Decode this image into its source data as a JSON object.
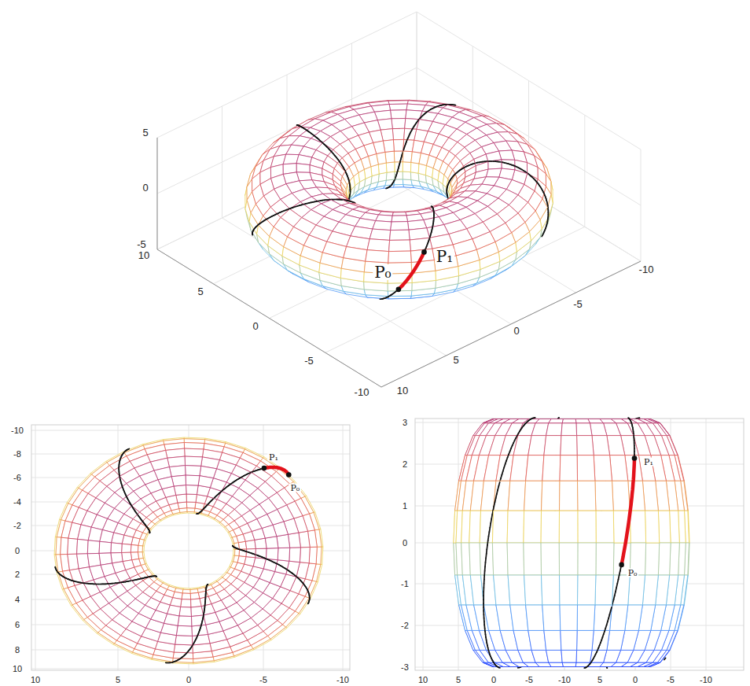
{
  "diagram": {
    "labels": [
      "5",
      "0",
      "-5",
      "10",
      "5",
      "0",
      "-5",
      "-10",
      "10",
      "5",
      "0",
      "-5",
      "-10",
      "P₀",
      "P₁",
      "-10",
      "-8",
      "-6",
      "-4",
      "-2",
      "0",
      "2",
      "4",
      "6",
      "8",
      "10",
      "10",
      "5",
      "0",
      "-5",
      "-10",
      "P₁",
      "P₀",
      "3",
      "2",
      "1",
      "0",
      "-1",
      "-2",
      "-3",
      "10",
      "5",
      "0",
      "-5",
      "-10",
      "5",
      "0",
      "-5",
      "-10",
      "P₁",
      "P₀"
    ]
  }
}
